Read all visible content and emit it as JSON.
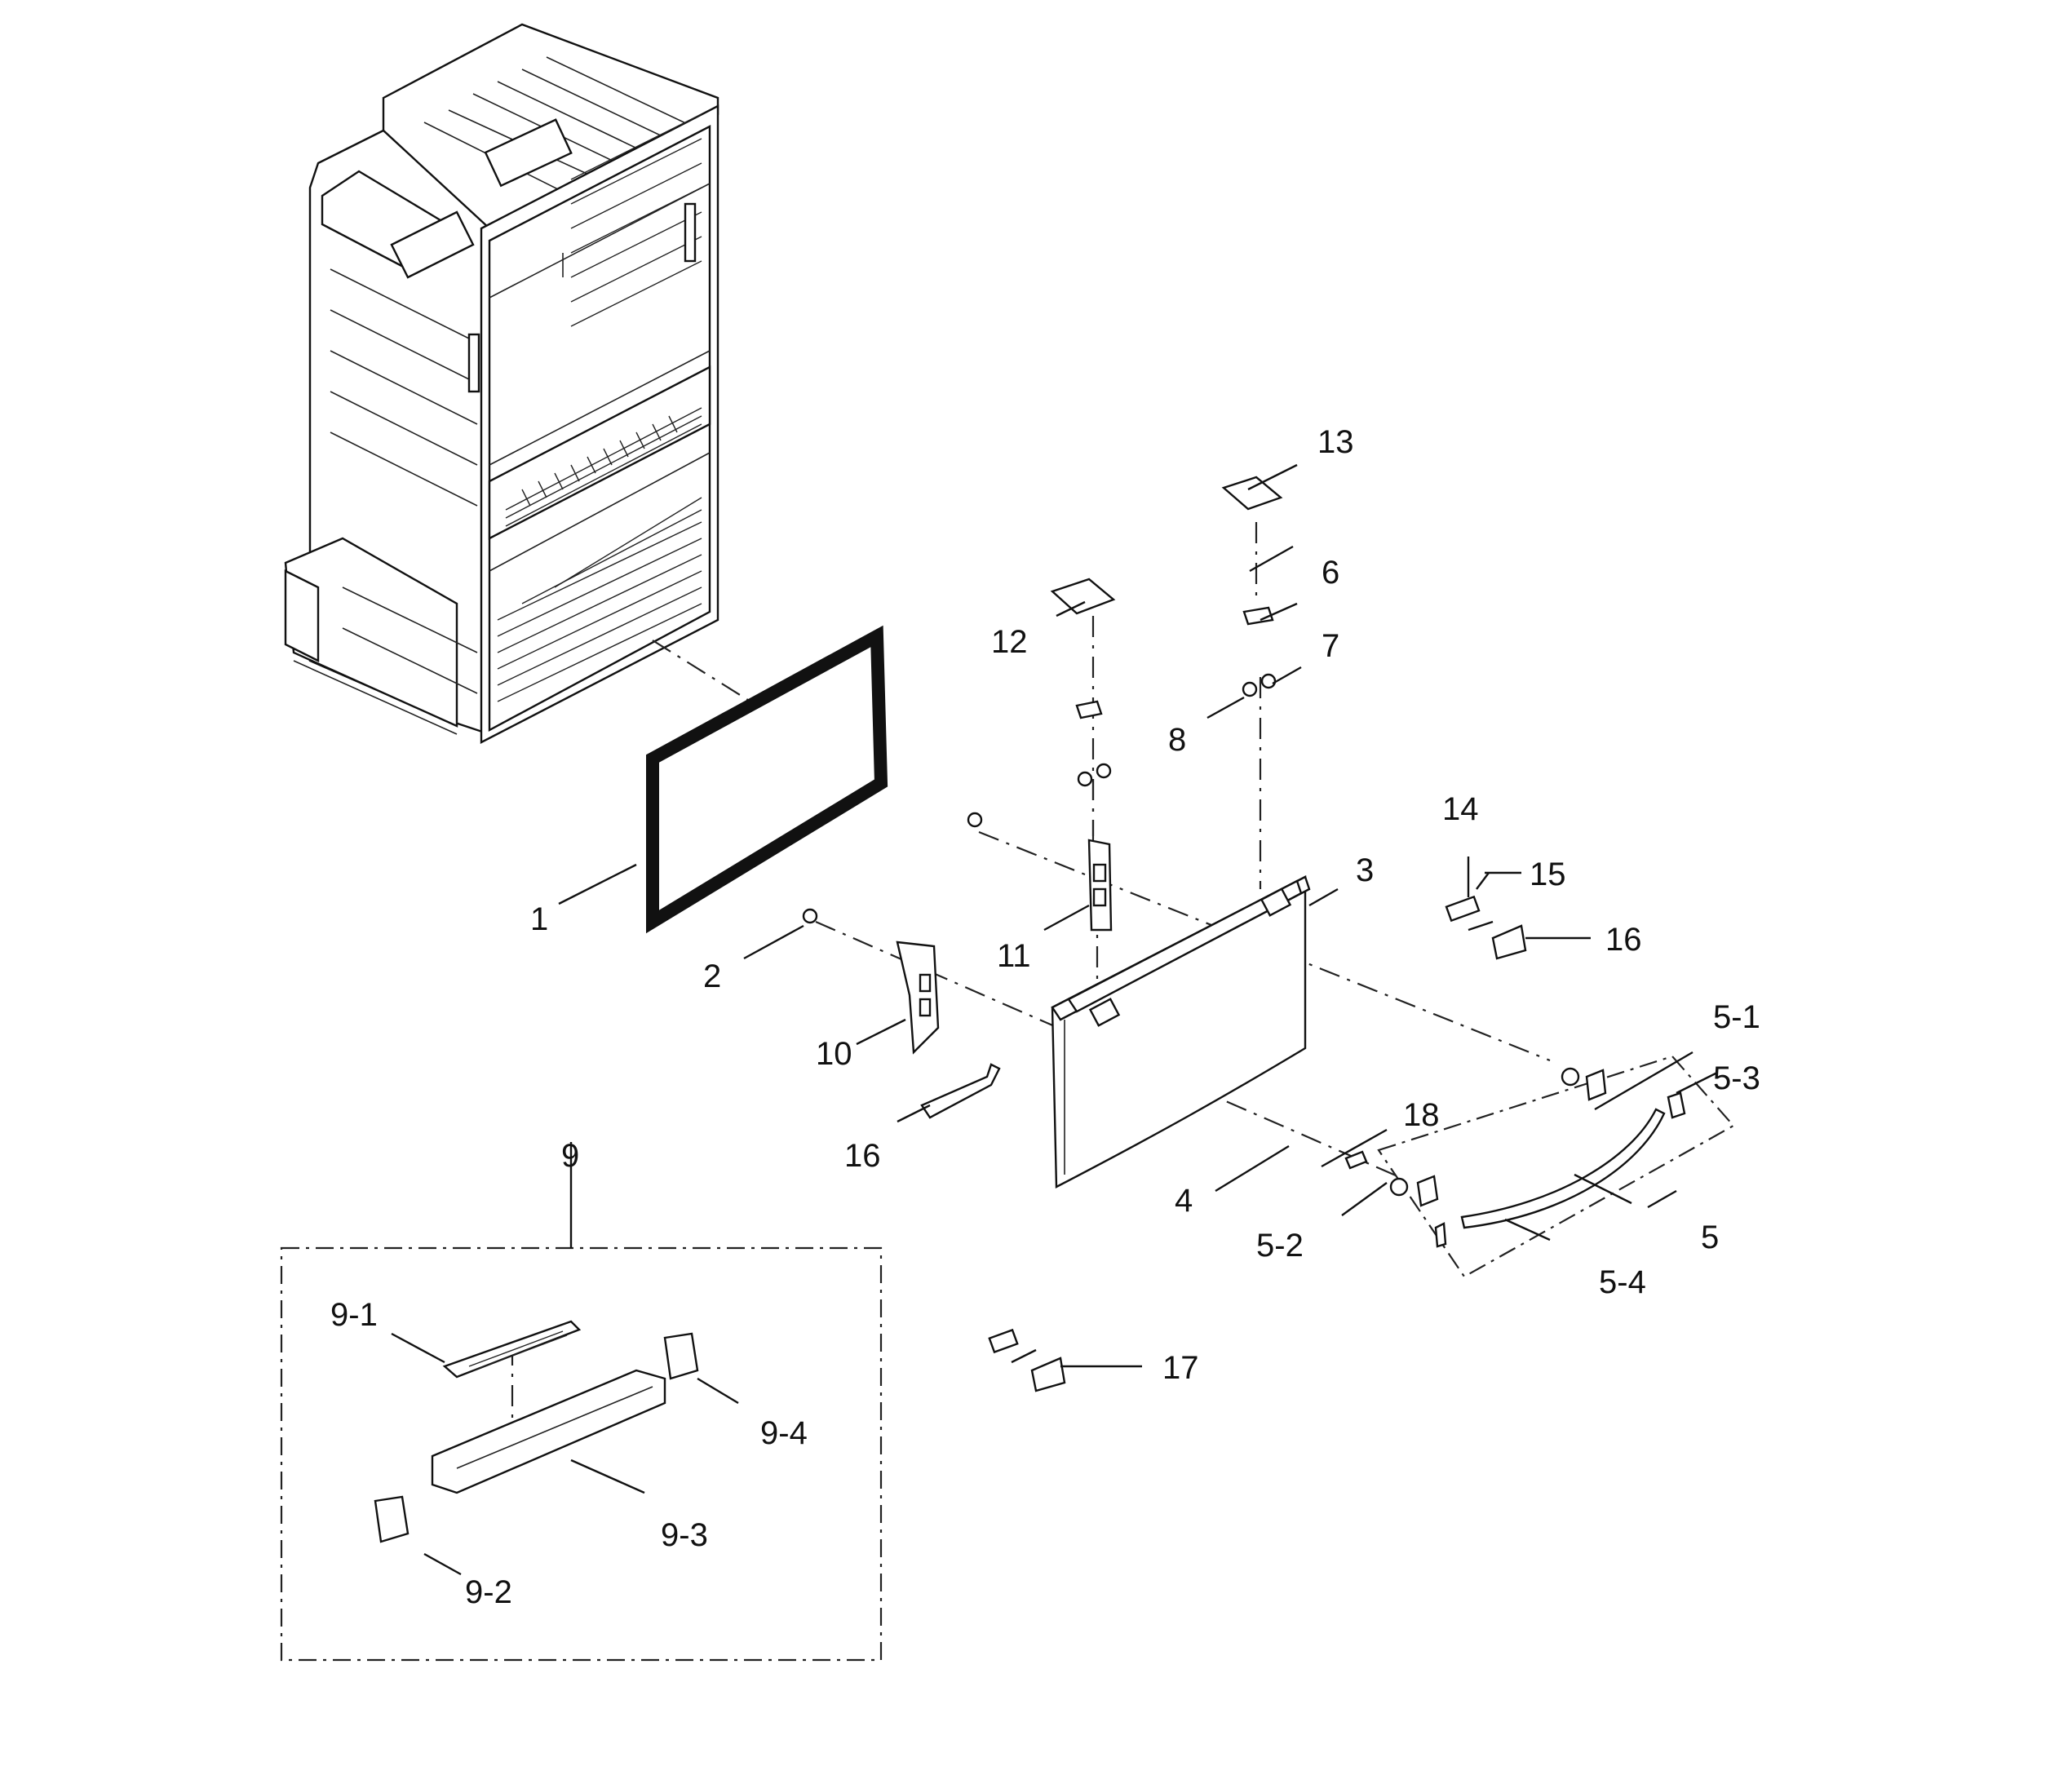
{
  "labels": {
    "p1": "1",
    "p2": "2",
    "p3": "3",
    "p4": "4",
    "p5": "5",
    "p5_1": "5-1",
    "p5_2": "5-2",
    "p5_3": "5-3",
    "p5_4": "5-4",
    "p6": "6",
    "p7": "7",
    "p8": "8",
    "p9": "9",
    "p9_1": "9-1",
    "p9_2": "9-2",
    "p9_3": "9-3",
    "p9_4": "9-4",
    "p10": "10",
    "p11": "11",
    "p12": "12",
    "p13": "13",
    "p14": "14",
    "p15": "15",
    "p16a": "16",
    "p16b": "16",
    "p17": "17",
    "p18": "18"
  }
}
